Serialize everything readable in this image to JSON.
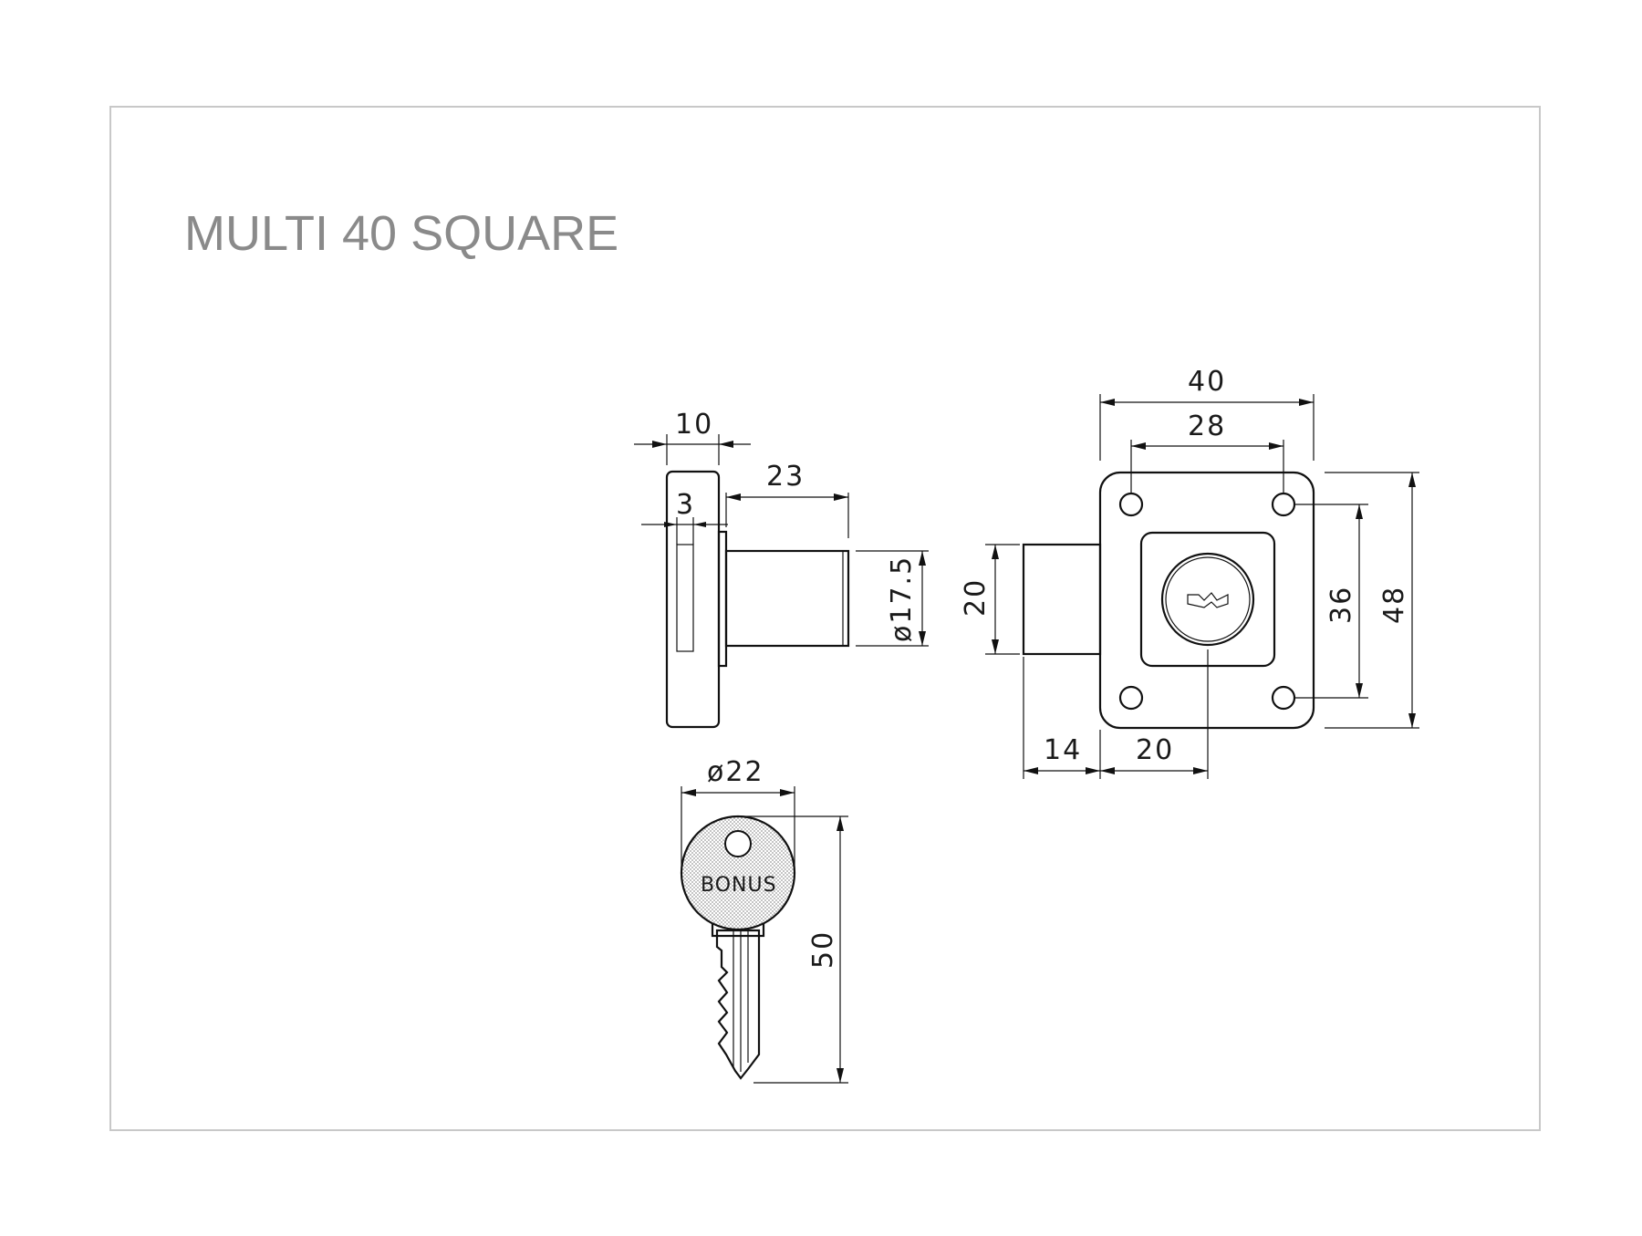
{
  "drawing": {
    "title": "MULTI 40 SQUARE",
    "colors": {
      "border": "#c8c8c8",
      "title": "#8a8a8a",
      "lines": "#111111",
      "key_fill": "#dcdcdc"
    }
  },
  "side_view": {
    "dim_plate_thickness": "10",
    "dim_slot": "3",
    "dim_cylinder_length": "23",
    "dim_cylinder_diameter": "ø17.5"
  },
  "front_view": {
    "dim_width": "40",
    "dim_hole_spacing_h": "28",
    "dim_hole_spacing_v": "36",
    "dim_height": "48",
    "dim_bolt_height": "20",
    "dim_bolt_projection": "14",
    "dim_center_offset": "20"
  },
  "key_view": {
    "dim_head_diameter": "ø22",
    "dim_key_length": "50",
    "brand": "BONUS"
  }
}
